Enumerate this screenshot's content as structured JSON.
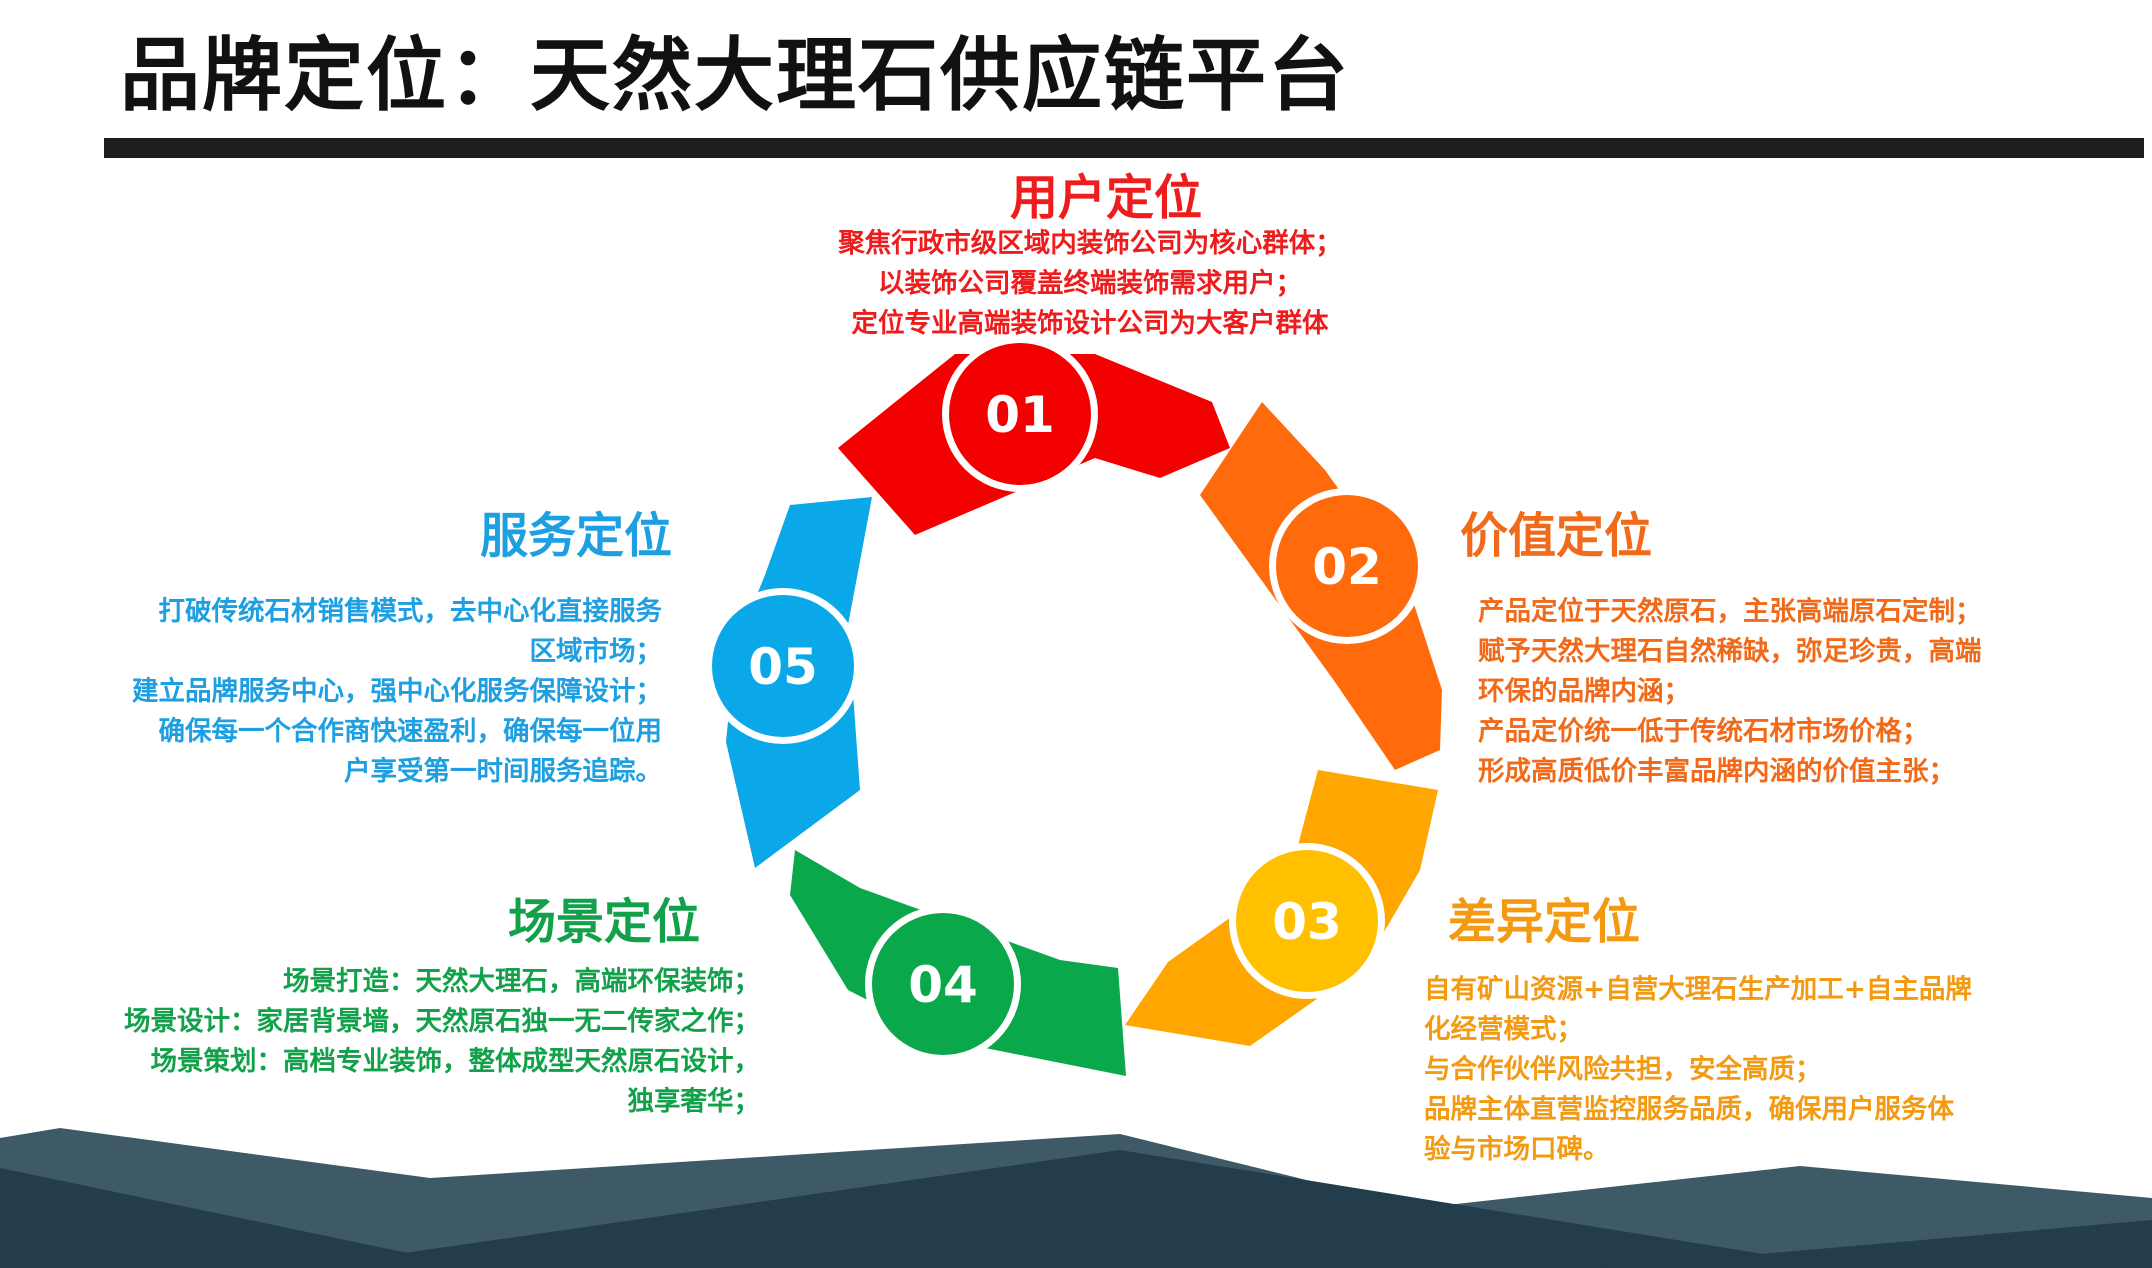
{
  "title": "品牌定位：天然大理石供应链平台",
  "colors": {
    "red": "#f30000",
    "orange": "#ff6a0d",
    "amber": "#ffa600",
    "yellow": "#ffc000",
    "green": "#0aa84a",
    "blue": "#0aa8e8",
    "dark": "#1e1e1e",
    "footer_dark": "#233d4d",
    "footer_light": "#3e5a67"
  },
  "segments": [
    {
      "number": "01",
      "title": "用户定位",
      "lines": [
        "聚焦行政市级区域内装饰公司为核心群体；",
        "以装饰公司覆盖终端装饰需求用户；",
        "定位专业高端装饰设计公司为大客户群体"
      ]
    },
    {
      "number": "02",
      "title": "价值定位",
      "lines": [
        "产品定位于天然原石，主张高端原石定制；",
        "赋予天然大理石自然稀缺，弥足珍贵，高端",
        "环保的品牌内涵；",
        "产品定价统一低于传统石材市场价格；",
        "形成高质低价丰富品牌内涵的价值主张；"
      ]
    },
    {
      "number": "03",
      "title": "差异定位",
      "lines": [
        "自有矿山资源+自营大理石生产加工+自主品牌",
        "化经营模式；",
        "与合作伙伴风险共担，安全高质；",
        "品牌主体直营监控服务品质，确保用户服务体",
        "验与市场口碑。"
      ]
    },
    {
      "number": "04",
      "title": "场景定位",
      "lines": [
        "场景打造：天然大理石，高端环保装饰；",
        "场景设计：家居背景墙，天然原石独一无二传家之作；",
        "场景策划：高档专业装饰，整体成型天然原石设计，",
        "独享奢华；"
      ]
    },
    {
      "number": "05",
      "title": "服务定位",
      "lines": [
        "打破传统石材销售模式，去中心化直接服务",
        "区域市场；",
        "建立品牌服务中心，强中心化服务保障设计；",
        "确保每一个合作商快速盈利，确保每一位用",
        "户享受第一时间服务追踪。"
      ]
    }
  ]
}
